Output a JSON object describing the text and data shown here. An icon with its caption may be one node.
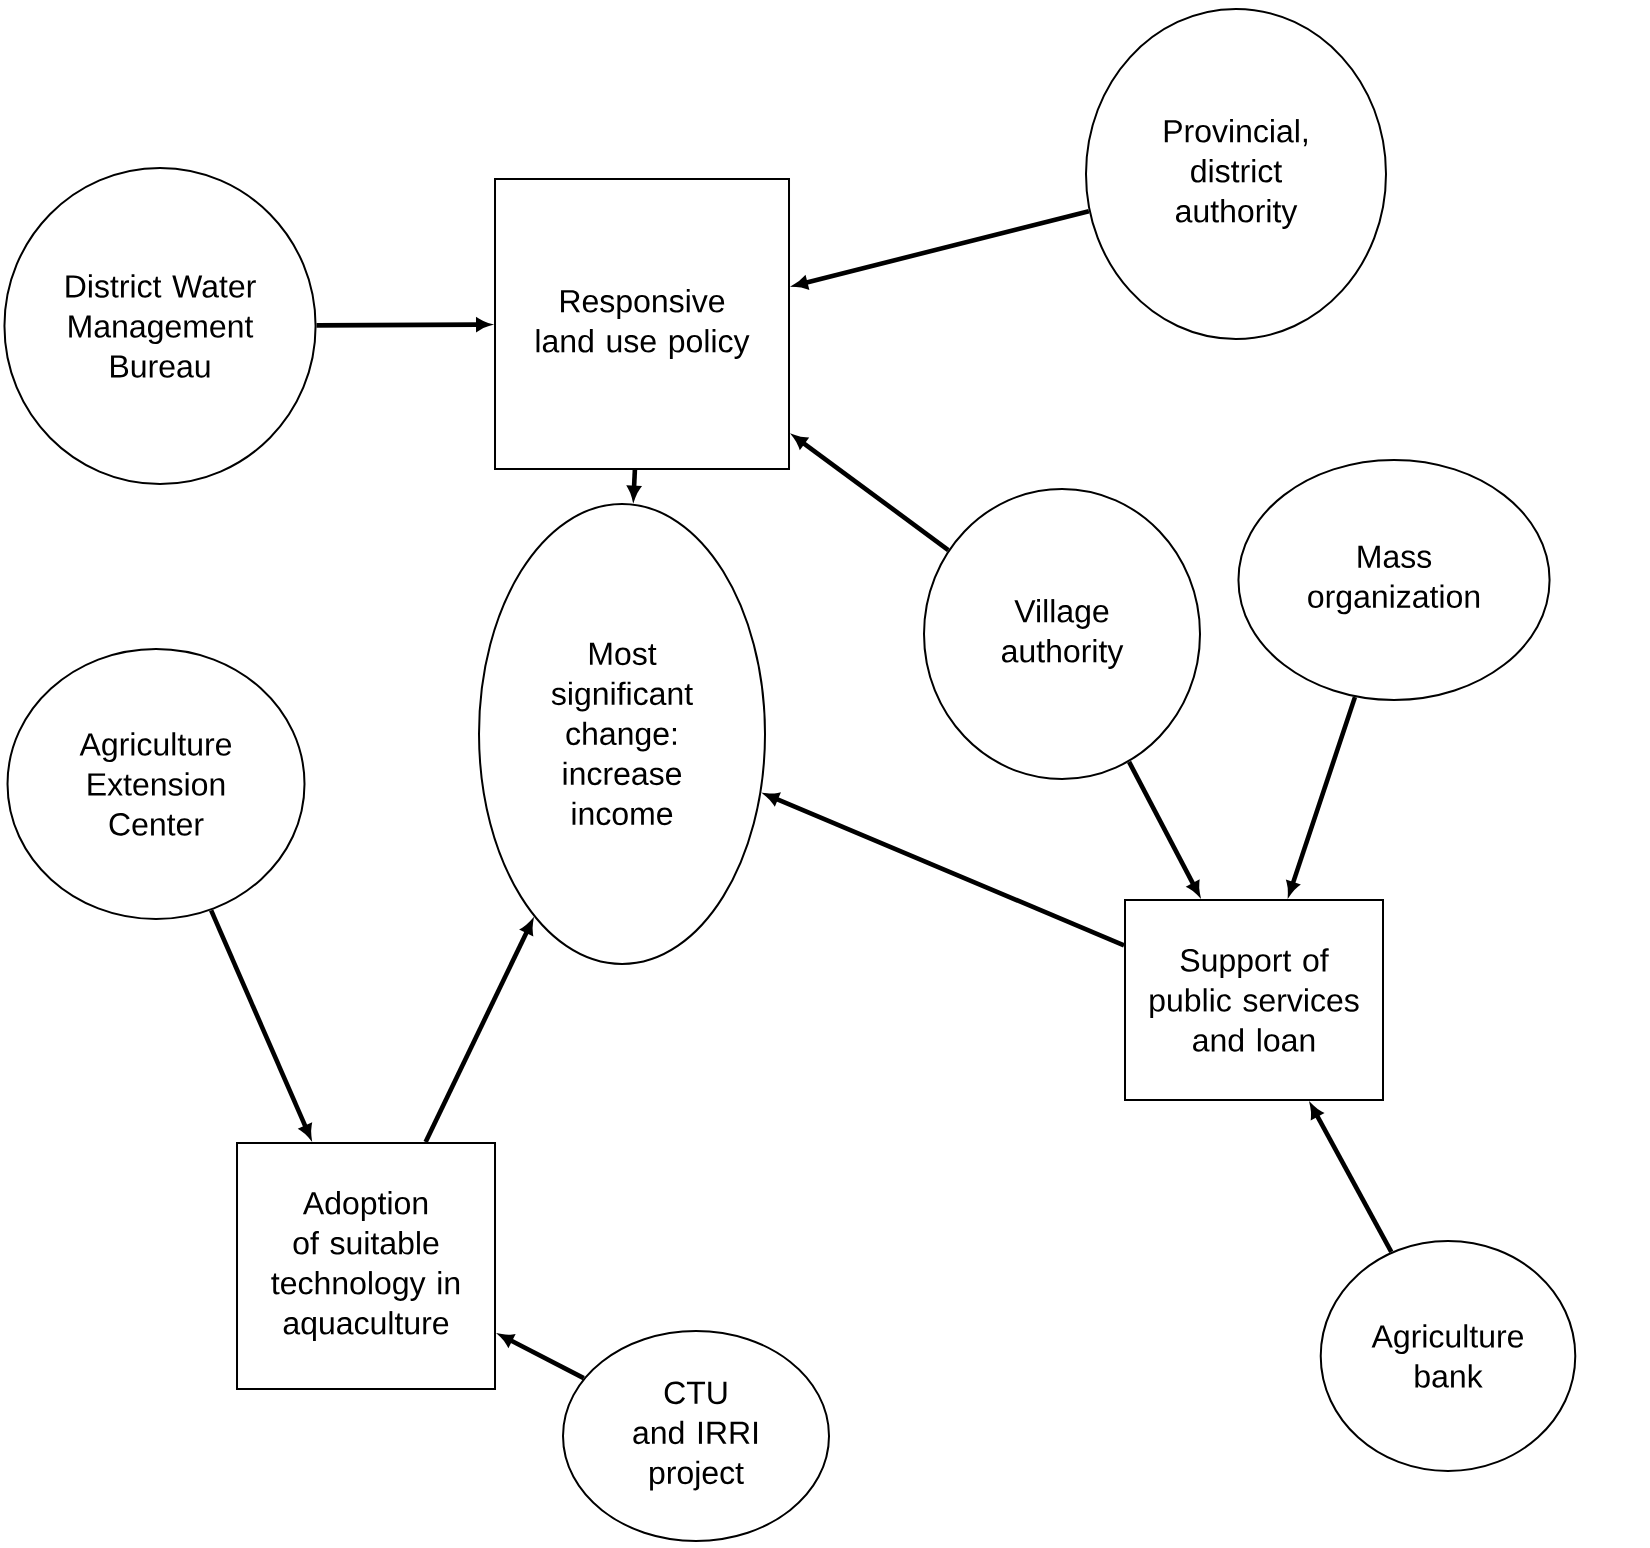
{
  "diagram": {
    "nodes": [
      {
        "text": [
          "Provincial, district authority"
        ]
      },
      {
        "text": [
          "Responsive land use policy"
        ]
      },
      {
        "text": [
          "District Water Management Bureau"
        ]
      },
      {
        "text": [
          "Village authority"
        ]
      },
      {
        "text": [
          "Mass organization"
        ]
      },
      {
        "text": [
          "Most significant change: increase income"
        ]
      },
      {
        "text": [
          "Agriculture Extension Center"
        ]
      },
      {
        "text": [
          "Support of public services and loan"
        ]
      },
      {
        "text": [
          "Adoption of suitable technology in aquaculture"
        ]
      },
      {
        "text": [
          "Agriculture bank"
        ]
      },
      {
        "text": [
          "CTU and IRRI project"
        ]
      }
    ],
    "edges": [
      {
        "from": 0,
        "to": 1,
        "arrow": "to"
      },
      {
        "from": 2,
        "to": 1,
        "arrow": "to"
      },
      {
        "from": 3,
        "to": 1,
        "arrow": "to"
      },
      {
        "from": 1,
        "to": 5,
        "arrow": "to"
      },
      {
        "from": 3,
        "to": 7,
        "arrow": "to"
      },
      {
        "from": 4,
        "to": 7,
        "arrow": "to"
      },
      {
        "from": 7,
        "to": 5,
        "arrow": "to"
      },
      {
        "from": 6,
        "to": 8,
        "arrow": "to"
      },
      {
        "from": 8,
        "to": 5,
        "arrow": "to"
      },
      {
        "from": 9,
        "to": 7,
        "arrow": "to"
      },
      {
        "from": 10,
        "to": 8,
        "arrow": "to"
      }
    ]
  }
}
